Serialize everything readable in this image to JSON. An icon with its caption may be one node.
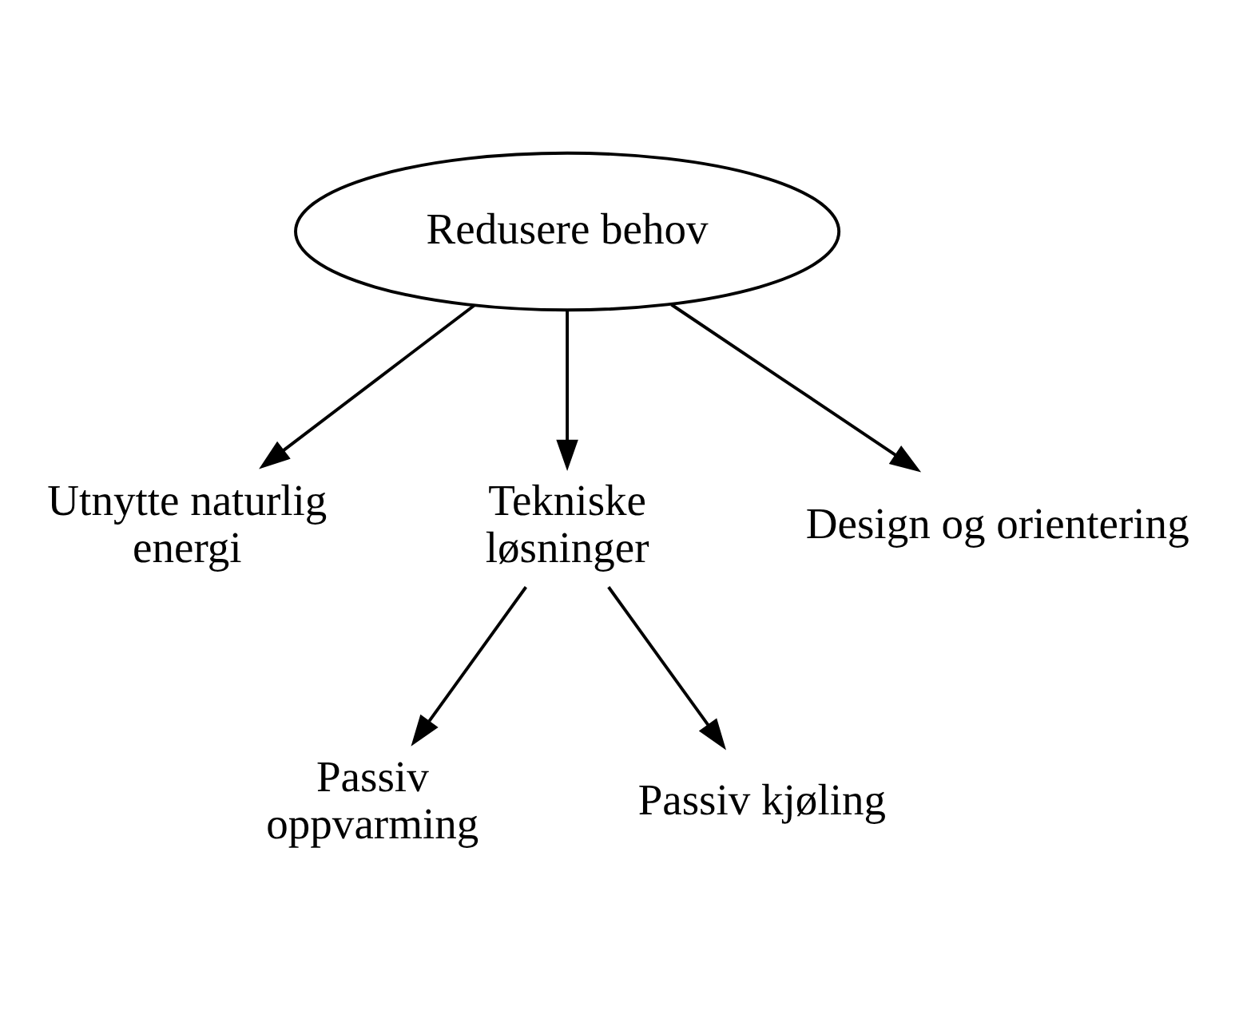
{
  "diagram": {
    "nodes": [
      {
        "text": [
          "Redusere behov"
        ]
      },
      {
        "text": [
          "Utnytte naturlig energi"
        ]
      },
      {
        "text": [
          "Tekniske løsninger"
        ]
      },
      {
        "text": [
          "Design og orientering"
        ]
      },
      {
        "text": [
          "Passiv oppvarming"
        ]
      },
      {
        "text": [
          "Passiv kjøling"
        ]
      }
    ],
    "edges": [
      {
        "from": 0,
        "to": 1,
        "arrow": "to"
      },
      {
        "from": 0,
        "to": 2,
        "arrow": "to"
      },
      {
        "from": 0,
        "to": 3,
        "arrow": "to"
      },
      {
        "from": 2,
        "to": 4,
        "arrow": "to"
      },
      {
        "from": 2,
        "to": 5,
        "arrow": "to"
      }
    ]
  }
}
